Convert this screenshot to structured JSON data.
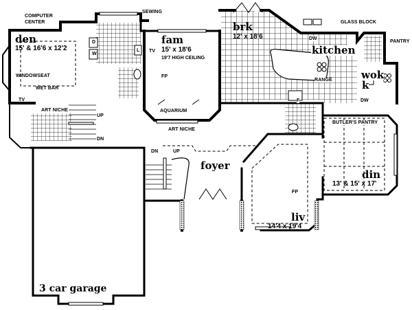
{
  "plan": {
    "rooms": [
      {
        "id": "den",
        "name": "den",
        "dimensions": "15' & 16'6 x 12'2"
      },
      {
        "id": "fam",
        "name": "fam",
        "dimensions": "15' x 18'6",
        "note": "19'7 HIGH CEILING"
      },
      {
        "id": "brk",
        "name": "brk",
        "dimensions": "12' x 18'6"
      },
      {
        "id": "kitchen",
        "name": "kitchen"
      },
      {
        "id": "wok",
        "name": "wok",
        "name2": "k"
      },
      {
        "id": "foyer",
        "name": "foyer"
      },
      {
        "id": "din",
        "name": "din",
        "dimensions": "13' & 15' x 17'"
      },
      {
        "id": "liv",
        "name": "liv",
        "dimensions": "14'4 x 19'4"
      },
      {
        "id": "garage",
        "name": "3 car garage"
      }
    ],
    "annotations": {
      "computer_center_1": "COMPUTER",
      "computer_center_2": "CENTER",
      "sewing": "SEWING",
      "window_seat": "WINDOWSEAT",
      "wet_bar": "WET BAR",
      "tv_den": "TV",
      "tv_fam": "TV",
      "art_niche_left": "ART NICHE",
      "art_niche_fam": "ART NICHE",
      "aquarium": "AQUARIUM",
      "fp_fam": "FP",
      "fp_liv": "FP",
      "glass_block": "GLASS BLOCK",
      "pantry": "PANTRY",
      "range": "RANGE",
      "butlers_pantry": "BUTLER'S PANTRY",
      "dw_kitchen": "DW",
      "dw_wok": "DW",
      "fridge": "F",
      "dryer": "D",
      "washer": "W",
      "linen": "L",
      "up_rear": "UP",
      "dn_rear": "DN",
      "dn_front": "DN",
      "up_front": "UP"
    }
  }
}
